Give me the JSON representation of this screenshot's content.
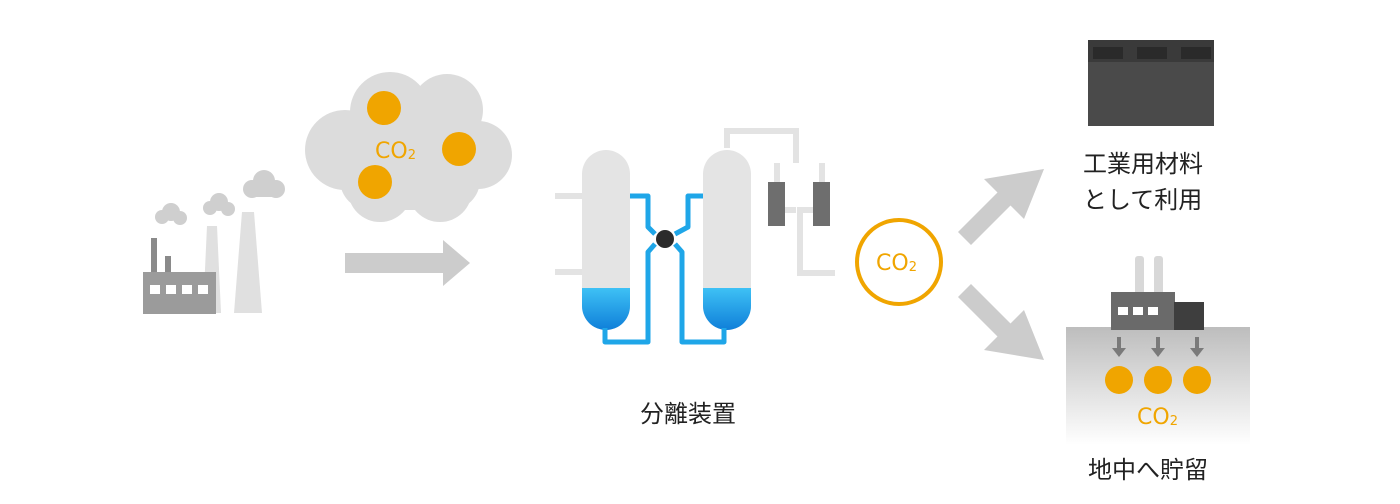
{
  "colors": {
    "co2_orange": "#f0a500",
    "gray_light": "#c8c8c8",
    "gray_dark": "#4a4a4a",
    "blue": "#1fa6e8",
    "tank_gray": "#e4e4e4"
  },
  "source": {
    "cloud_co2_main": "CO",
    "cloud_co2_sub": "2"
  },
  "separator": {
    "label": "分離装置",
    "co2_main": "CO",
    "co2_sub": "2"
  },
  "outputs": {
    "industrial_label_line1": "工業用材料",
    "industrial_label_line2": "として利用",
    "storage_label": "地中へ貯留",
    "storage_co2_main": "CO",
    "storage_co2_sub": "2"
  }
}
